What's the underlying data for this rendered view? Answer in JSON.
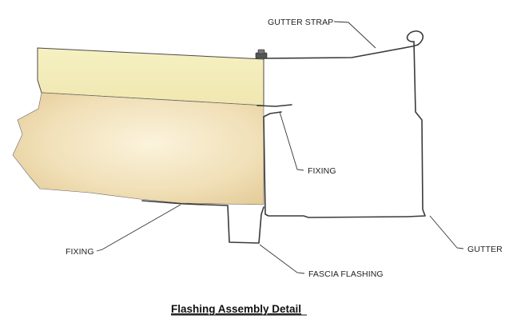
{
  "labels": {
    "gutter_strap": "GUTTER STRAP",
    "fixing_upper": "FIXING",
    "fixing_lower": "FIXING",
    "gutter": "GUTTER",
    "fascia_flashing": "FASCIA FLASHING"
  },
  "caption": "Flashing Assembly Detail",
  "colors": {
    "board_top": "#f4eeb8",
    "board_bottom": "#ead6a6",
    "outline": "#3a3a3a"
  }
}
